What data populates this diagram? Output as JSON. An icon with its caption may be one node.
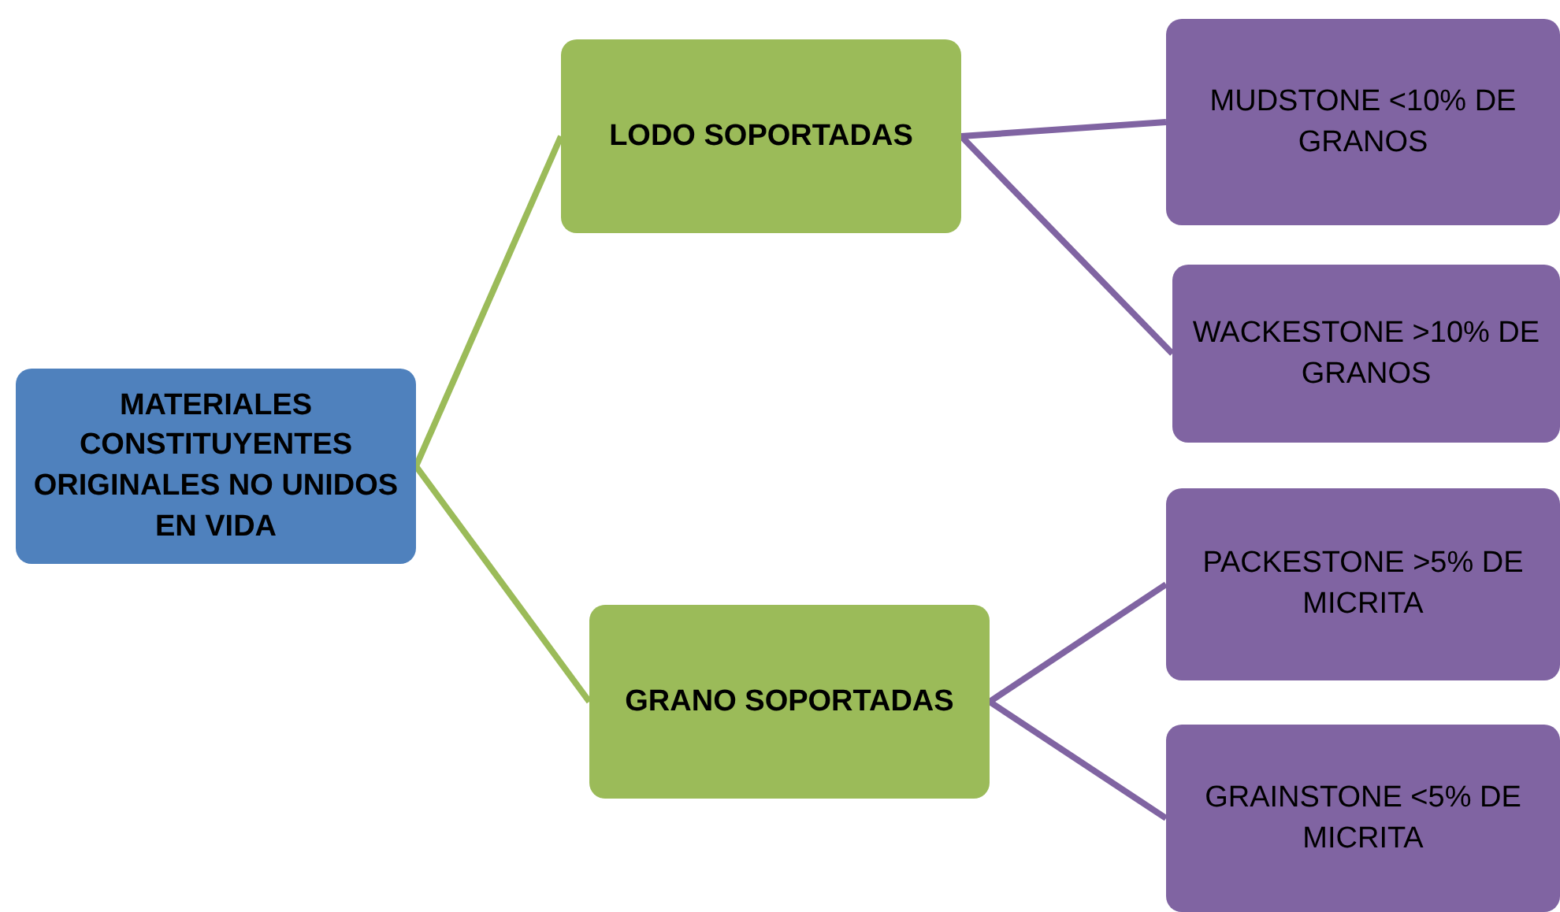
{
  "diagram": {
    "nodes": [
      {
        "text": [
          "MATERIALES CONSTITUYENTES ORIGINALES NO UNIDOS EN VIDA"
        ]
      },
      {
        "text": [
          "LODO SOPORTADAS"
        ]
      },
      {
        "text": [
          "MUDSTONE <10% DE GRANOS"
        ]
      },
      {
        "text": [
          "WACKESTONE >10% DE GRANOS"
        ]
      },
      {
        "text": [
          "GRANO SOPORTADAS"
        ]
      },
      {
        "text": [
          "PACKESTONE >5% DE MICRITA"
        ]
      },
      {
        "text": [
          "GRAINSTONE <5% DE MICRITA"
        ]
      }
    ],
    "edges": [
      {
        "from": 0,
        "to": 1,
        "arrow": "none",
        "color": "#9bbb59"
      },
      {
        "from": 0,
        "to": 4,
        "arrow": "none",
        "color": "#9bbb59"
      },
      {
        "from": 1,
        "to": 2,
        "arrow": "none"
      },
      {
        "from": 1,
        "to": 3,
        "arrow": "none"
      },
      {
        "from": 4,
        "to": 5,
        "arrow": "none"
      },
      {
        "from": 4,
        "to": 6,
        "arrow": "none"
      }
    ]
  }
}
